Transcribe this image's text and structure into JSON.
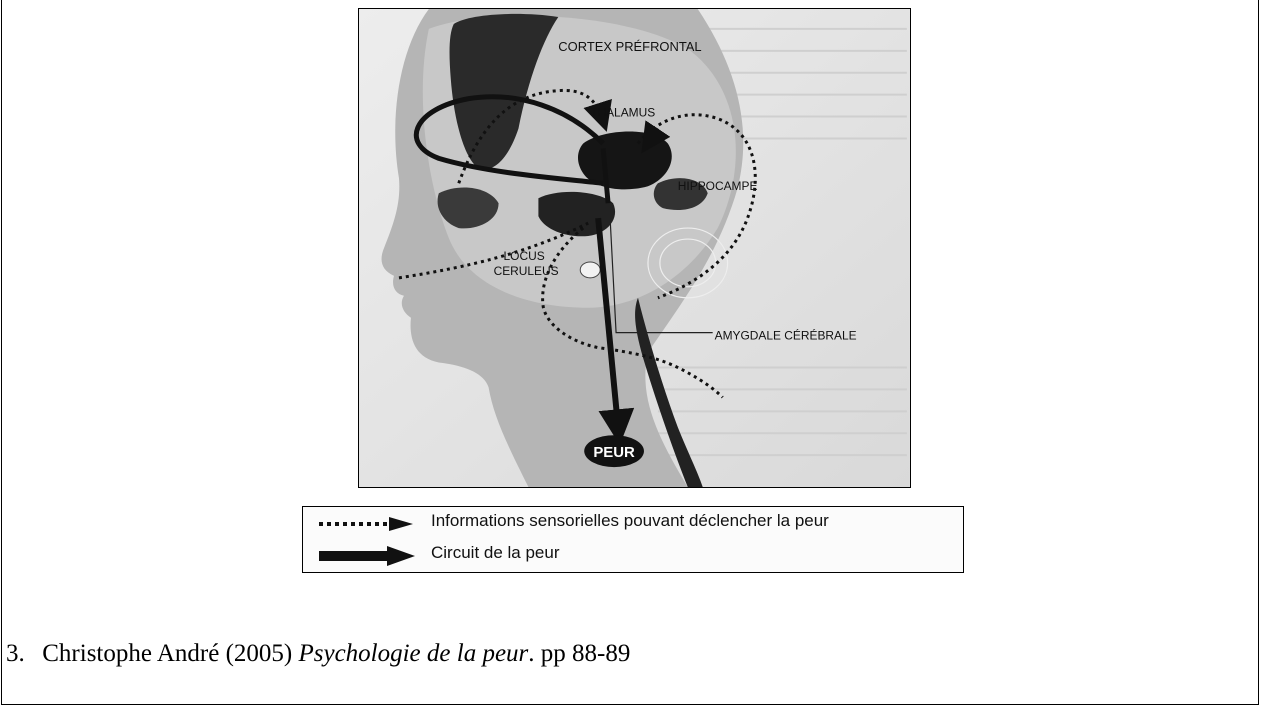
{
  "figure": {
    "labels": {
      "cortex": "CORTEX PRÉFRONTAL",
      "thalamus": "THALAMUS",
      "hippocampe": "HIPPOCAMPE",
      "locus_line1": "LOCUS",
      "locus_line2": "CERULEUS",
      "amygdale": "AMYGDALE CÉRÉBRALE",
      "peur": "PEUR"
    }
  },
  "legend": {
    "items": [
      {
        "text": "Informations sensorielles pouvant déclencher la peur",
        "style": "dotted-arrow"
      },
      {
        "text": "Circuit de la peur",
        "style": "solid-arrow"
      }
    ]
  },
  "citation": {
    "number": "3.",
    "author_year": "Christophe André (2005)",
    "title": "Psychologie de la peur",
    "pages": ". pp 88-89"
  },
  "colors": {
    "background": "#ffffff",
    "figure_bg": "#e6e6e6",
    "head": "#b8b8b8",
    "dark_regions": "#1a1a1a"
  }
}
